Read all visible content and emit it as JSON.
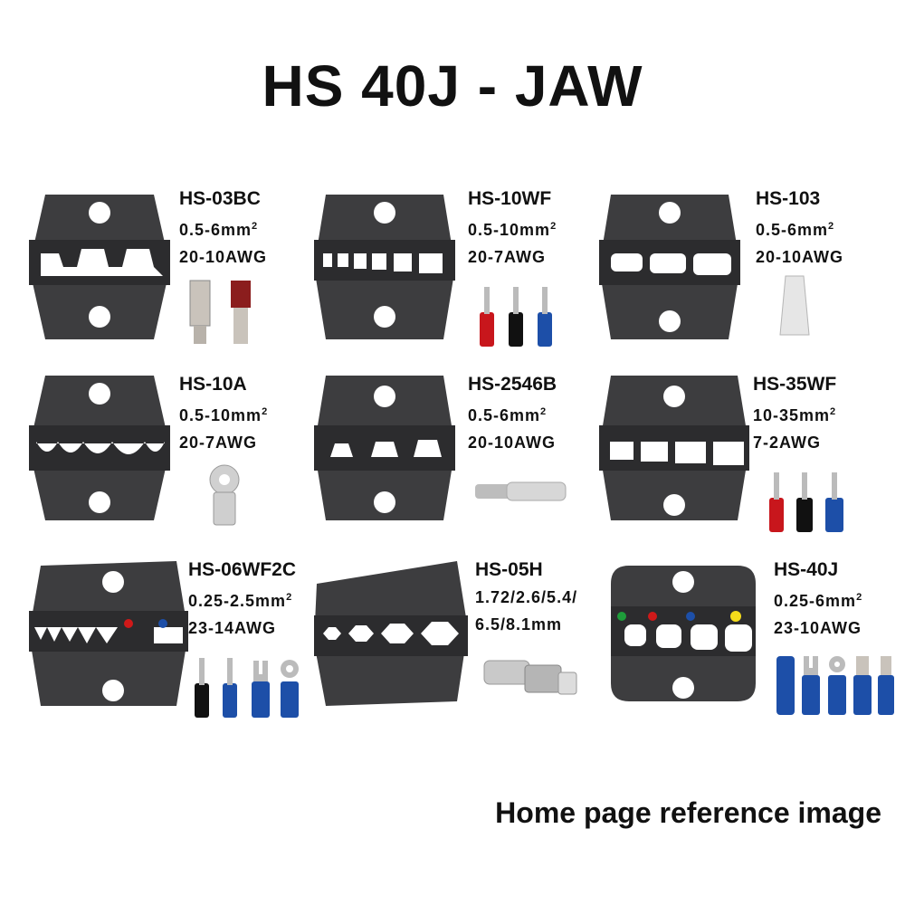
{
  "title": "HS 40J - JAW",
  "footer": "Home page reference image",
  "dies": [
    {
      "model": "HS-03BC",
      "range": "0.5-6mm",
      "sup": "2",
      "awg": "20-10AWG",
      "accessory": "flag-terminals"
    },
    {
      "model": "HS-10WF",
      "range": "0.5-10mm",
      "sup": "2",
      "awg": "20-7AWG",
      "accessory": "ferrules"
    },
    {
      "model": "HS-103",
      "range": "0.5-6mm",
      "sup": "2",
      "awg": "20-10AWG",
      "accessory": "twist-connector"
    },
    {
      "model": "HS-10A",
      "range": "0.5-10mm",
      "sup": "2",
      "awg": "20-7AWG",
      "accessory": "ring-lug"
    },
    {
      "model": "HS-2546B",
      "range": "0.5-6mm",
      "sup": "2",
      "awg": "20-10AWG",
      "accessory": "barrel-connector"
    },
    {
      "model": "HS-35WF",
      "range": "10-35mm",
      "sup": "2",
      "awg": "7-2AWG",
      "accessory": "ferrules"
    },
    {
      "model": "HS-06WF2C",
      "range": "0.25-2.5mm",
      "sup": "2",
      "awg": "23-14AWG",
      "accessory": "ferrules-forks"
    },
    {
      "model": "HS-05H",
      "range": "1.72/2.6/5.4/",
      "sup": "",
      "awg": "6.5/8.1mm",
      "accessory": "bnc-connector"
    },
    {
      "model": "HS-40J",
      "range": "0.25-6mm",
      "sup": "2",
      "awg": "23-10AWG",
      "accessory": "insulated-terminals"
    }
  ]
}
